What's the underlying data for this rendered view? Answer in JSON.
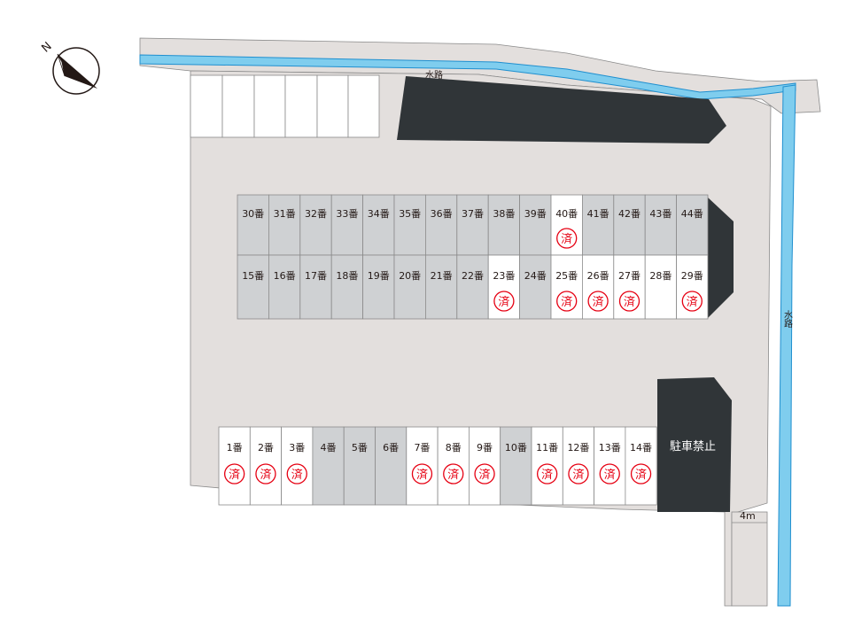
{
  "compass": {
    "north_label": "N"
  },
  "waterway": {
    "label_top": "水路",
    "label_right": "水路"
  },
  "no_parking": {
    "label": "駐車禁止"
  },
  "road": {
    "width_label": "4m"
  },
  "sold_mark": "済",
  "colors": {
    "ground": "#e3dfdd",
    "available": "#cfd1d3",
    "sold": "#ffffff",
    "restricted": "#303538",
    "water": "#7fcdee",
    "water_edge": "#1f8fcf",
    "stamp": "#e60012"
  },
  "stalls": {
    "top_row": [
      {
        "label": "30番",
        "sold": false
      },
      {
        "label": "31番",
        "sold": false
      },
      {
        "label": "32番",
        "sold": false
      },
      {
        "label": "33番",
        "sold": false
      },
      {
        "label": "34番",
        "sold": false
      },
      {
        "label": "35番",
        "sold": false
      },
      {
        "label": "36番",
        "sold": false
      },
      {
        "label": "37番",
        "sold": false
      },
      {
        "label": "38番",
        "sold": false
      },
      {
        "label": "39番",
        "sold": false
      },
      {
        "label": "40番",
        "sold": true
      },
      {
        "label": "41番",
        "sold": false
      },
      {
        "label": "42番",
        "sold": false
      },
      {
        "label": "43番",
        "sold": false
      },
      {
        "label": "44番",
        "sold": false
      }
    ],
    "middle_row": [
      {
        "label": "15番",
        "sold": false
      },
      {
        "label": "16番",
        "sold": false
      },
      {
        "label": "17番",
        "sold": false
      },
      {
        "label": "18番",
        "sold": false
      },
      {
        "label": "19番",
        "sold": false
      },
      {
        "label": "20番",
        "sold": false
      },
      {
        "label": "21番",
        "sold": false
      },
      {
        "label": "22番",
        "sold": false
      },
      {
        "label": "23番",
        "sold": true
      },
      {
        "label": "24番",
        "sold": false
      },
      {
        "label": "25番",
        "sold": true
      },
      {
        "label": "26番",
        "sold": true
      },
      {
        "label": "27番",
        "sold": true
      },
      {
        "label": "28番",
        "sold": false,
        "blank": true
      },
      {
        "label": "29番",
        "sold": true
      }
    ],
    "bottom_row": [
      {
        "label": "1番",
        "sold": true
      },
      {
        "label": "2番",
        "sold": true
      },
      {
        "label": "3番",
        "sold": true
      },
      {
        "label": "4番",
        "sold": false
      },
      {
        "label": "5番",
        "sold": false
      },
      {
        "label": "6番",
        "sold": false
      },
      {
        "label": "7番",
        "sold": true
      },
      {
        "label": "8番",
        "sold": true
      },
      {
        "label": "9番",
        "sold": true
      },
      {
        "label": "10番",
        "sold": false
      },
      {
        "label": "11番",
        "sold": true
      },
      {
        "label": "12番",
        "sold": true
      },
      {
        "label": "13番",
        "sold": true
      },
      {
        "label": "14番",
        "sold": true
      }
    ]
  }
}
